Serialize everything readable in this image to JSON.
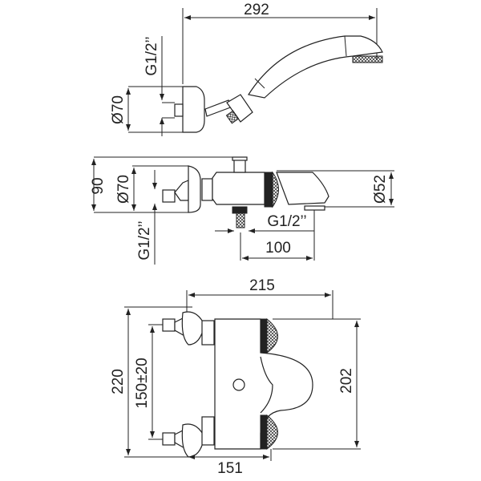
{
  "drawing": {
    "top_view": {
      "length": "292",
      "thread": "G1/2’’",
      "diameter": "Ø70"
    },
    "side_view": {
      "height": "90",
      "diameter_wall": "Ø70",
      "thread_wall": "G1/2’’",
      "diameter_handle": "Ø52",
      "thread_outlet": "G1/2’’",
      "outlet_distance": "100"
    },
    "front_view": {
      "width": "215",
      "height": "220",
      "centers": "150±20",
      "body_height": "202",
      "projection": "151"
    }
  }
}
